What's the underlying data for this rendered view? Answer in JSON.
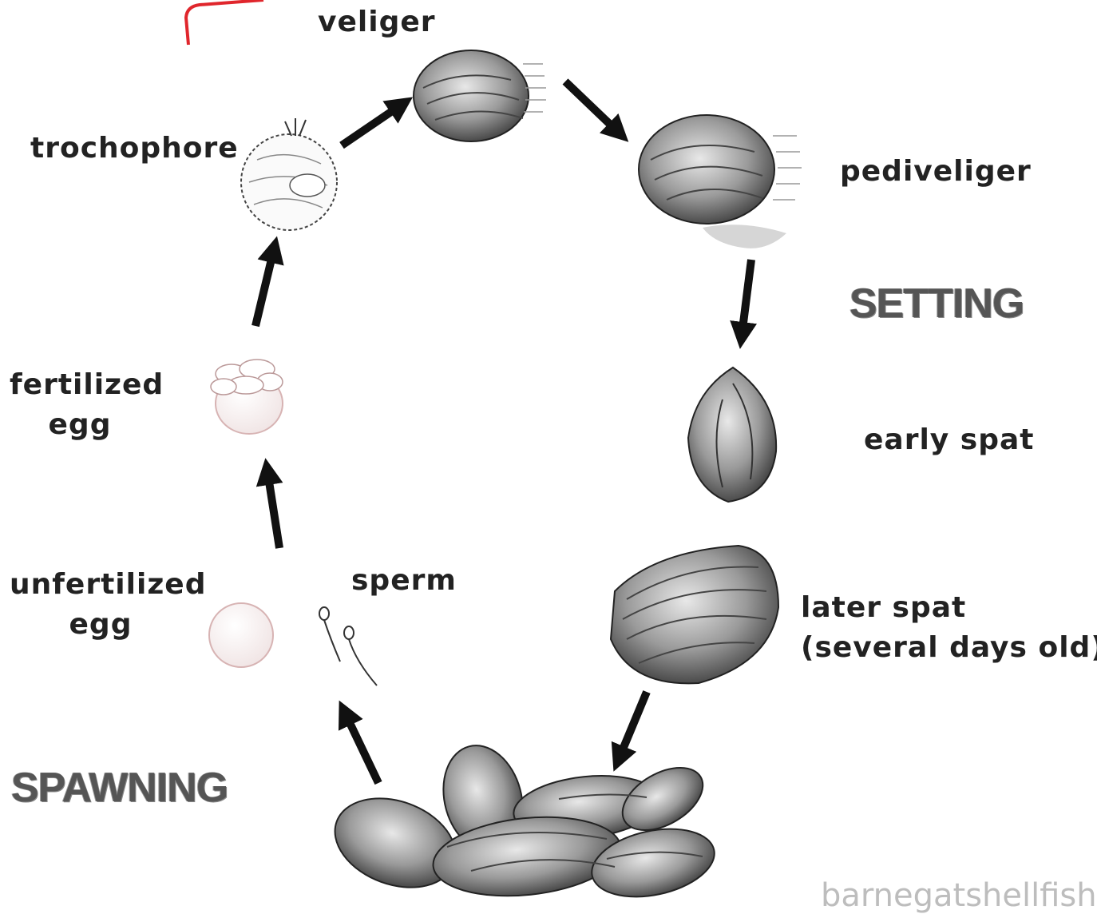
{
  "diagram": {
    "stages": {
      "veliger": "veliger",
      "trochophore": "trochophore",
      "pediveliger": "pediveliger",
      "fertilized_egg": [
        "fertilized",
        "egg"
      ],
      "early_spat": "early spat",
      "unfertilized_egg": [
        "unfertilized",
        "egg"
      ],
      "sperm": "sperm",
      "later_spat": [
        "later spat",
        "(several days old)"
      ]
    },
    "phases": {
      "setting": "SETTING",
      "spawning": "SPAWNING"
    },
    "watermark": "barnegatshellfish.o",
    "colors": {
      "label": "#222222",
      "phase": "#555555",
      "watermark": "#bdbdbd",
      "annotation": "#e0262c"
    }
  }
}
